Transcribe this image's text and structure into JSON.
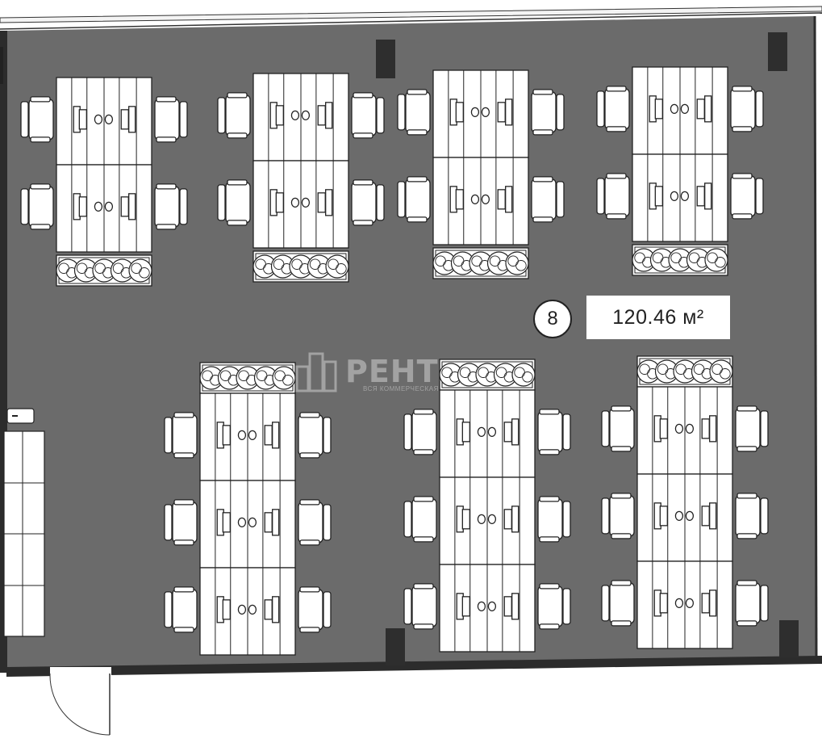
{
  "room": {
    "number": "8",
    "area": "120.46 м²"
  },
  "watermark": {
    "title": "РЕНТ",
    "subtitle": "ВСЯ КОММЕРЧЕСКАЯ"
  },
  "colors": {
    "floor": "#6b6b6b",
    "wall": "#2c2c2c",
    "furniture": "#ffffff",
    "line": "#222222"
  }
}
